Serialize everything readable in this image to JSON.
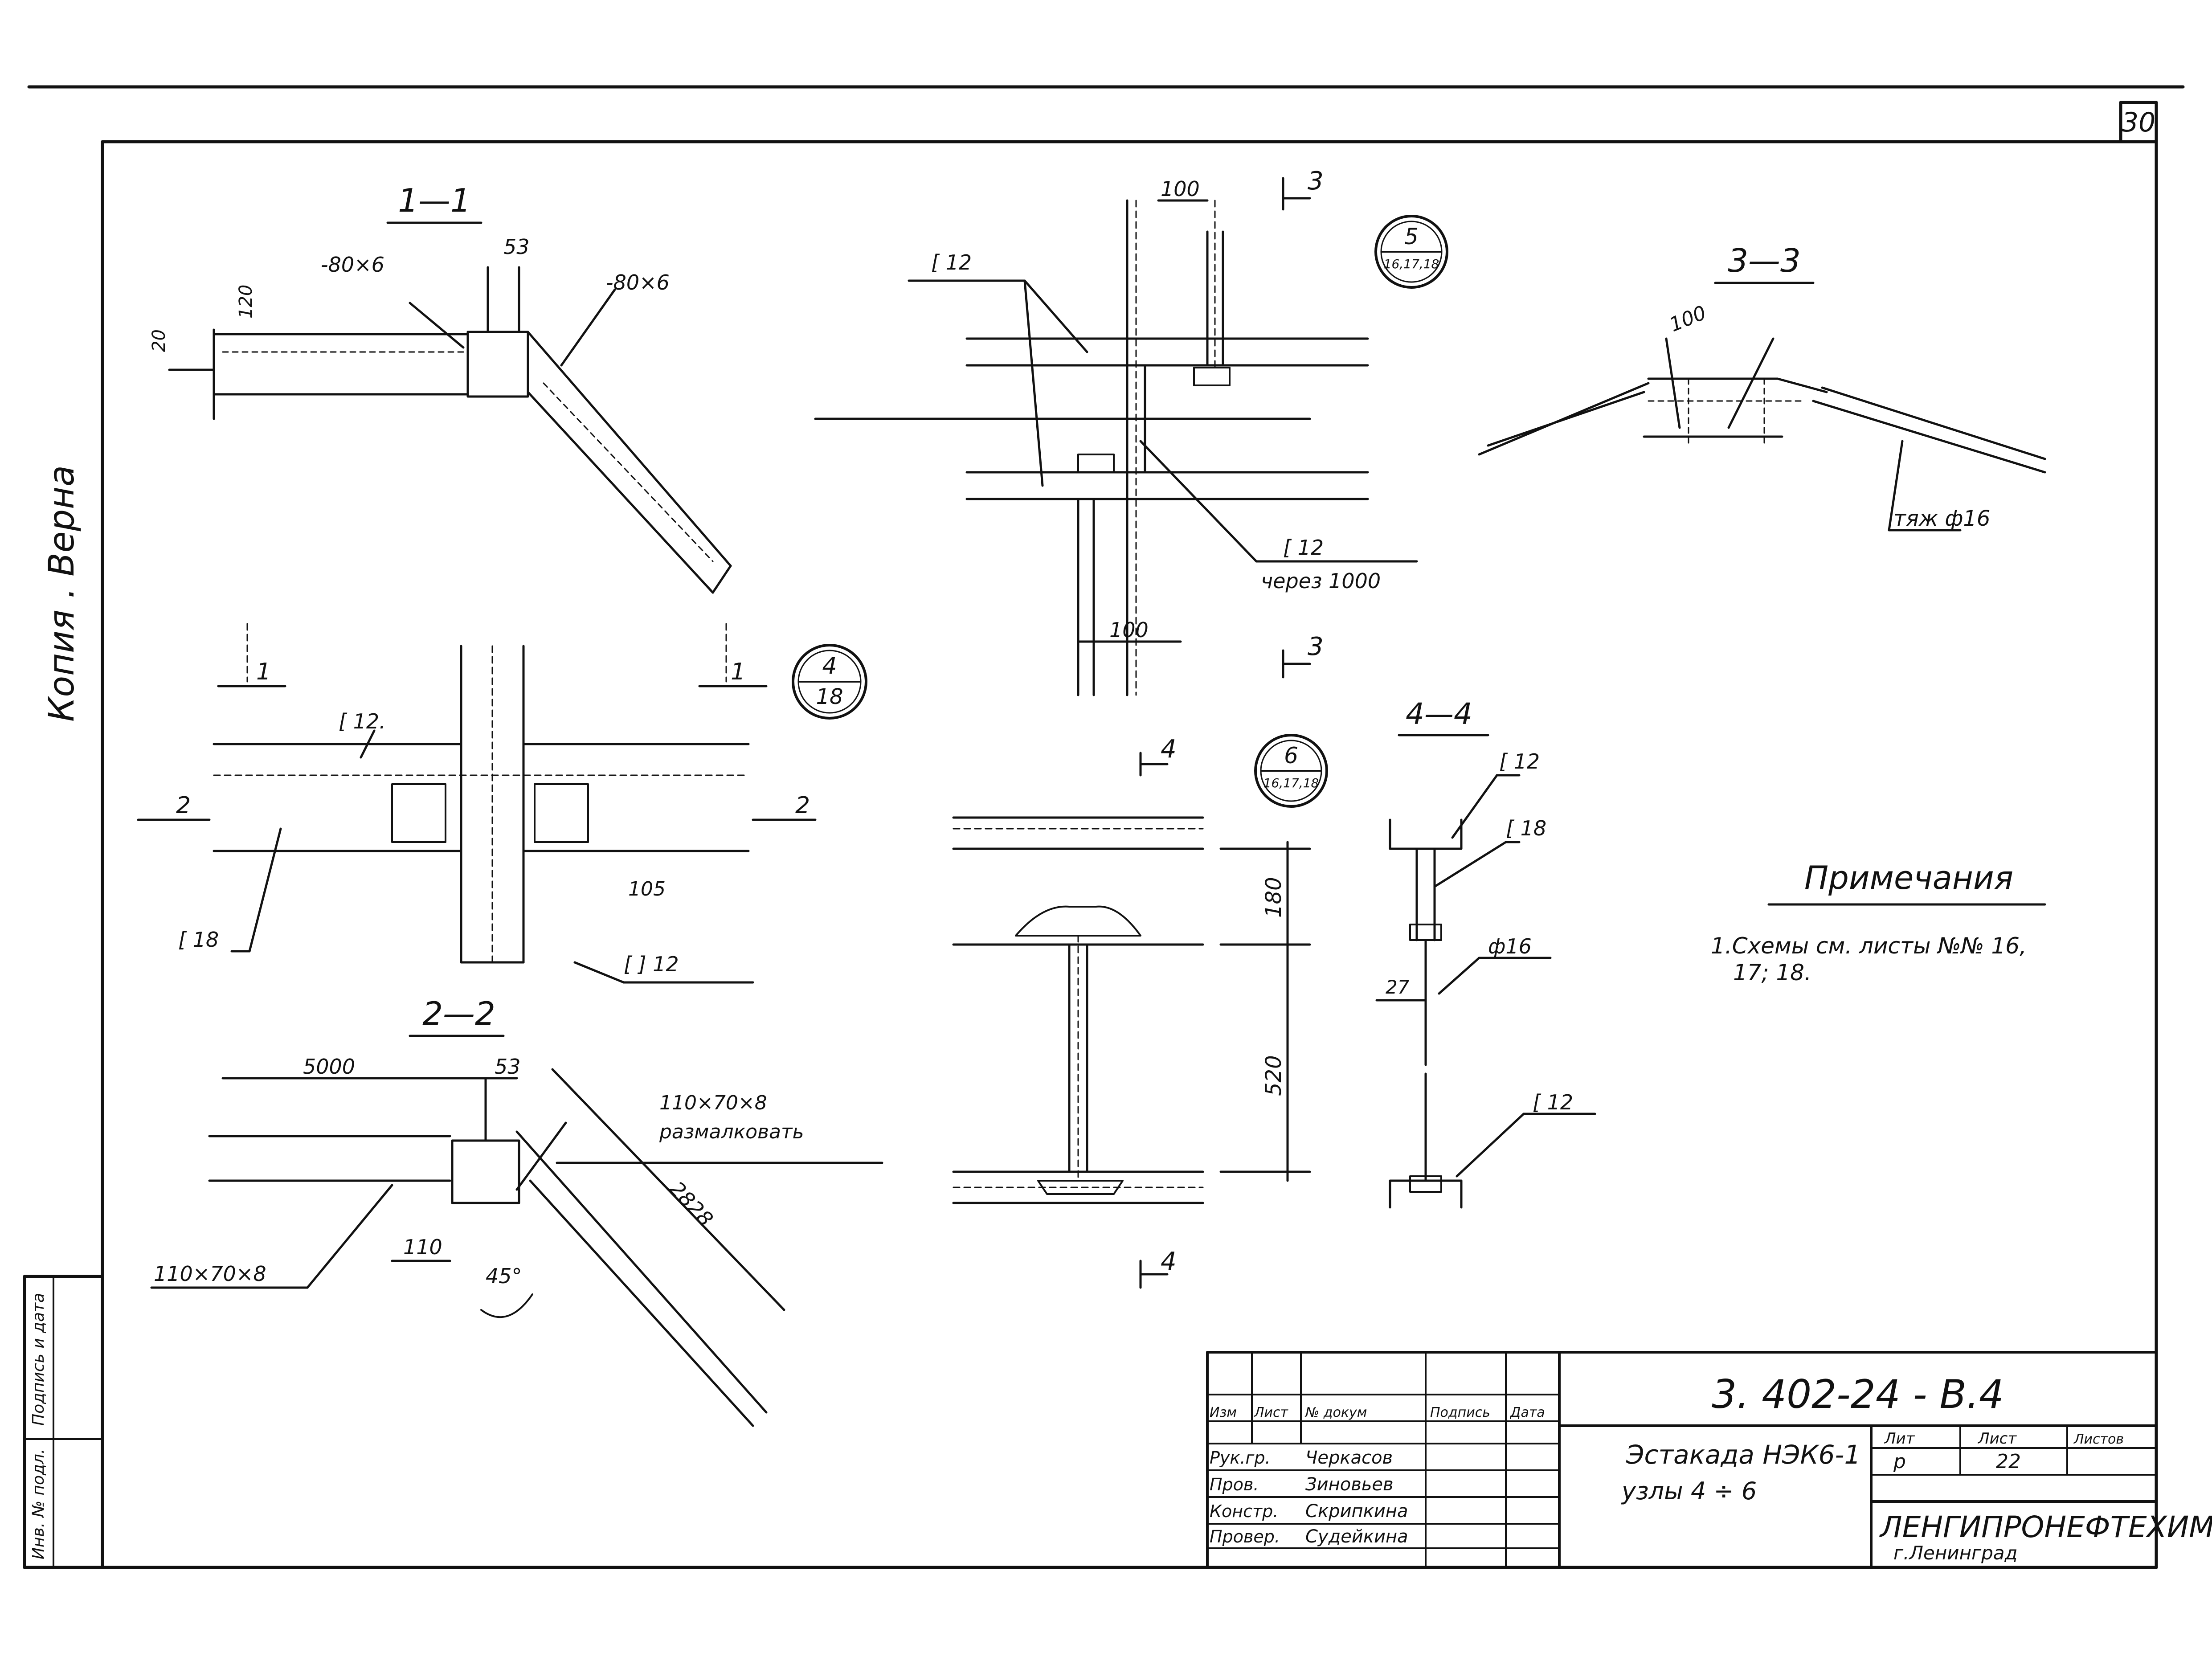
{
  "sheet_number": "30",
  "side_stamp": "Копия . Верна",
  "archive_stamp": {
    "label1": "Подпись и дата",
    "label2": "Инв. № подл."
  },
  "sections": {
    "s11": {
      "title": "1—1",
      "labels": {
        "a": "-80×6",
        "b": "-80×6",
        "c": "53",
        "d": "120",
        "e": "20"
      }
    },
    "s22": {
      "title": "2—2",
      "labels": {
        "a": "5000",
        "b": "53",
        "c": "110×70×8",
        "d": "размалковать",
        "e": "2828",
        "f": "110",
        "g": "45°",
        "h": "110×70×8"
      }
    },
    "s33": {
      "title": "3—3",
      "labels": {
        "a": "100",
        "b": "тяж ф16"
      }
    },
    "s44": {
      "title": "4—4",
      "labels": {
        "a": "[ 12",
        "b": "[ 18",
        "c": "ф16",
        "d": "27",
        "e": "[ 12"
      }
    },
    "plan": {
      "labels": {
        "a": "[ 12.",
        "b": "[ 18",
        "c": "105",
        "d": "[ ] 12",
        "cut1": "1",
        "cut2": "2"
      }
    },
    "node5": {
      "labels": {
        "a": "100",
        "b": "[ 12",
        "c": "[ 12",
        "d": "через 1000",
        "e": "100",
        "cut3": "3"
      }
    },
    "node6": {
      "labels": {
        "a": "180",
        "b": "520",
        "cut4": "4"
      }
    }
  },
  "callouts": {
    "c4": {
      "num": "4",
      "sheet": "18"
    },
    "c5": {
      "num": "5",
      "sheet": "16,17,18"
    },
    "c6": {
      "num": "6",
      "sheet": "16,17,18"
    }
  },
  "notes": {
    "title": "Примечания",
    "line1": "1.Схемы см. листы №№ 16,",
    "line2": "17; 18."
  },
  "title_block": {
    "doc_code": "3. 402-24 - В.4",
    "header": {
      "izm": "Изм",
      "list": "Лист",
      "ndoc": "№ докум",
      "sign": "Подпись",
      "date": "Дата"
    },
    "staff": [
      {
        "role": "Рук.гр.",
        "name": "Черкасов"
      },
      {
        "role": "Пров.",
        "name": "Зиновьев"
      },
      {
        "role": "Констр.",
        "name": "Скрипкина"
      },
      {
        "role": "Провер.",
        "name": "Судейкина"
      }
    ],
    "title_line1": "Эстакада НЭК6-1",
    "title_line2": "узлы 4 ÷ 6",
    "lit_label": "Лит",
    "sheet_label": "Лист",
    "sheets_label": "Листов",
    "lit_value": "р",
    "sheet_value": "22",
    "org": "ЛЕНГИПРОНЕФТЕХИМ",
    "city": "г.Ленинград"
  }
}
